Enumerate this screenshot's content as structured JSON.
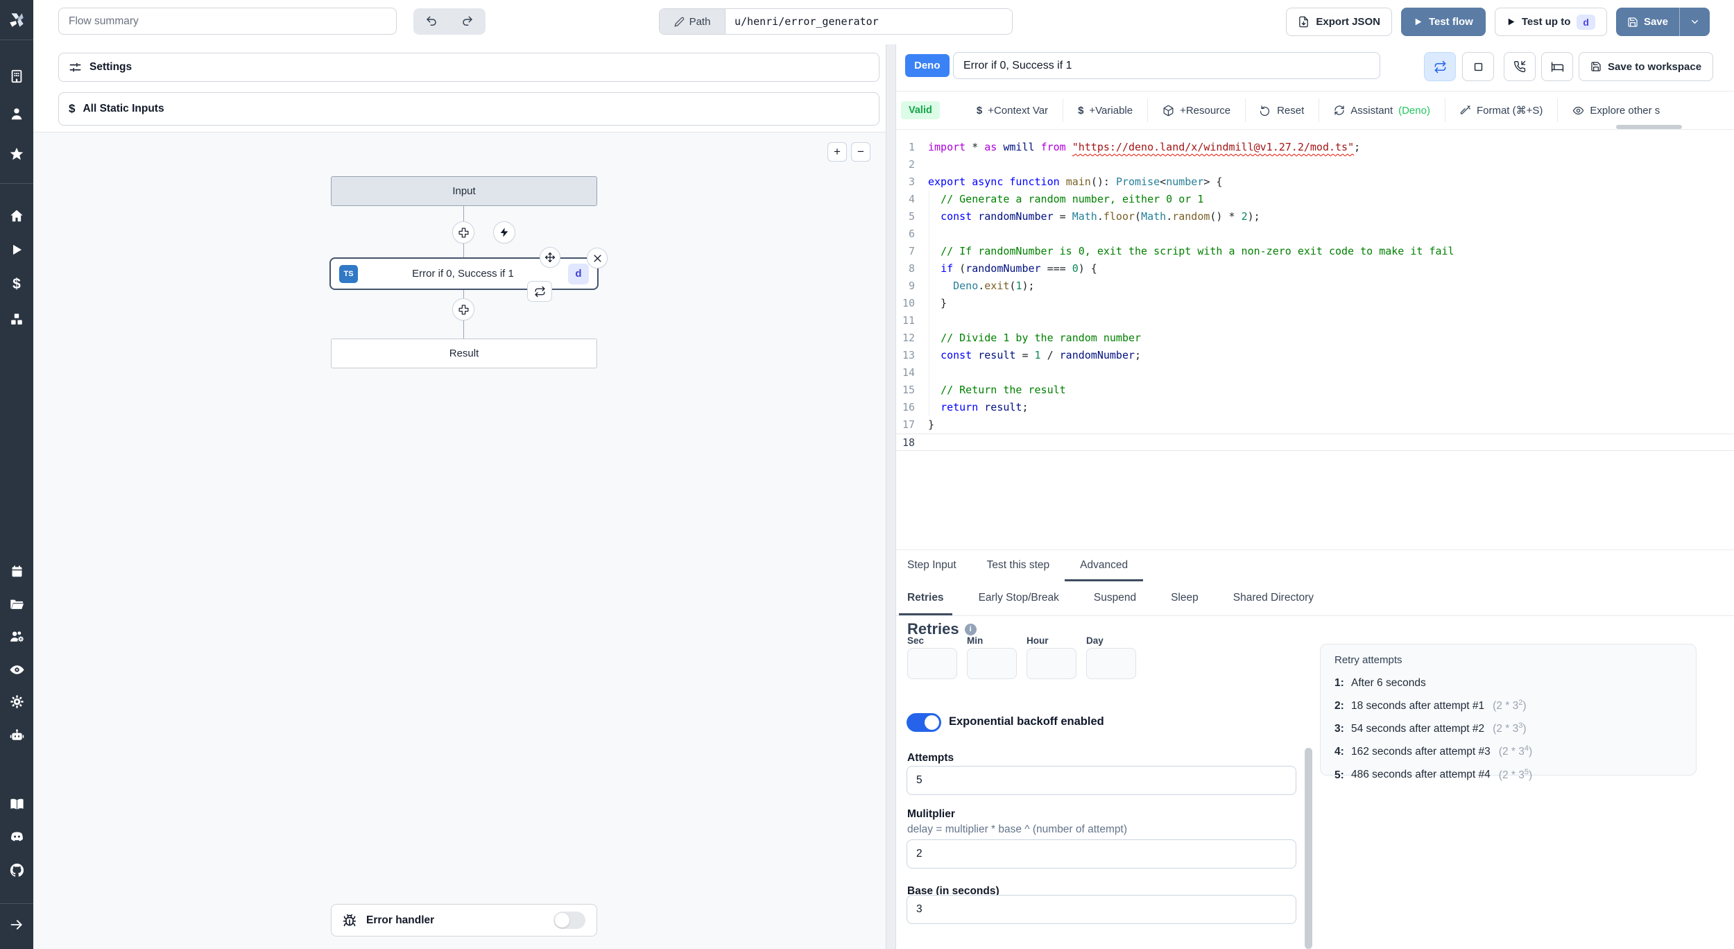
{
  "topbar": {
    "flow_summary_placeholder": "Flow summary",
    "path_label": "Path",
    "path_value": "u/henri/error_generator",
    "export_json": "Export JSON",
    "test_flow": "Test flow",
    "test_up_to": "Test up to",
    "test_up_to_badge": "d",
    "save": "Save"
  },
  "sidebar": {
    "icons": [
      "windmill-logo",
      "building",
      "user",
      "star",
      "home",
      "play",
      "dollar",
      "boxes",
      "calendar",
      "folder",
      "users-cog",
      "eye",
      "gear",
      "robot",
      "book",
      "discord",
      "github",
      "arrow-right"
    ]
  },
  "flow_panel": {
    "settings_label": "Settings",
    "all_static_inputs_label": "All Static Inputs",
    "zoom_in": "+",
    "zoom_out": "−",
    "nodes": {
      "input": "Input",
      "step_lang_badge": "TS",
      "step_title": "Error if 0, Success if 1",
      "step_id_badge": "d",
      "result": "Result",
      "error_handler": "Error handler"
    }
  },
  "editor_panel": {
    "lang_badge": "Deno",
    "title_value": "Error if 0, Success if 1",
    "save_to_workspace": "Save to workspace",
    "toolbar": {
      "valid": "Valid",
      "context_var": "+Context Var",
      "variable": "+Variable",
      "resource": "+Resource",
      "reset": "Reset",
      "assistant": "Assistant",
      "assistant_lang": "(Deno)",
      "format": "Format (⌘+S)",
      "explore": "Explore other s"
    },
    "code": {
      "current_line": 18,
      "lines": [
        [
          [
            "c",
            "import"
          ],
          [
            "p",
            " * "
          ],
          [
            "c",
            "as"
          ],
          [
            "v",
            " wmill "
          ],
          [
            "c",
            "from"
          ],
          [
            "p",
            " "
          ],
          [
            "se",
            "\"https://deno.land/x/windmill@v1.27.2/mod.ts\""
          ],
          [
            "p",
            ";"
          ]
        ],
        [],
        [
          [
            "k",
            "export"
          ],
          [
            "p",
            " "
          ],
          [
            "k",
            "async"
          ],
          [
            "p",
            " "
          ],
          [
            "k",
            "function"
          ],
          [
            "p",
            " "
          ],
          [
            "f",
            "main"
          ],
          [
            "p",
            "(): "
          ],
          [
            "t",
            "Promise"
          ],
          [
            "p",
            "<"
          ],
          [
            "t",
            "number"
          ],
          [
            "p",
            "> {"
          ]
        ],
        [
          [
            "p",
            "  "
          ],
          [
            "m",
            "// Generate a random number, either 0 or 1"
          ]
        ],
        [
          [
            "p",
            "  "
          ],
          [
            "k",
            "const"
          ],
          [
            "p",
            " "
          ],
          [
            "v",
            "randomNumber"
          ],
          [
            "p",
            " = "
          ],
          [
            "t",
            "Math"
          ],
          [
            "p",
            "."
          ],
          [
            "f",
            "floor"
          ],
          [
            "p",
            "("
          ],
          [
            "t",
            "Math"
          ],
          [
            "p",
            "."
          ],
          [
            "f",
            "random"
          ],
          [
            "p",
            "() * "
          ],
          [
            "n",
            "2"
          ],
          [
            "p",
            ");"
          ]
        ],
        [],
        [
          [
            "p",
            "  "
          ],
          [
            "m",
            "// If randomNumber is 0, exit the script with a non-zero exit code to make it fail"
          ]
        ],
        [
          [
            "p",
            "  "
          ],
          [
            "k",
            "if"
          ],
          [
            "p",
            " ("
          ],
          [
            "v",
            "randomNumber"
          ],
          [
            "p",
            " === "
          ],
          [
            "n",
            "0"
          ],
          [
            "p",
            ") {"
          ]
        ],
        [
          [
            "p",
            "    "
          ],
          [
            "t",
            "Deno"
          ],
          [
            "p",
            "."
          ],
          [
            "f",
            "exit"
          ],
          [
            "p",
            "("
          ],
          [
            "n",
            "1"
          ],
          [
            "p",
            ");"
          ]
        ],
        [
          [
            "p",
            "  }"
          ]
        ],
        [],
        [
          [
            "p",
            "  "
          ],
          [
            "m",
            "// Divide 1 by the random number"
          ]
        ],
        [
          [
            "p",
            "  "
          ],
          [
            "k",
            "const"
          ],
          [
            "p",
            " "
          ],
          [
            "v",
            "result"
          ],
          [
            "p",
            " = "
          ],
          [
            "n",
            "1"
          ],
          [
            "p",
            " / "
          ],
          [
            "v",
            "randomNumber"
          ],
          [
            "p",
            ";"
          ]
        ],
        [],
        [
          [
            "p",
            "  "
          ],
          [
            "m",
            "// Return the result"
          ]
        ],
        [
          [
            "p",
            "  "
          ],
          [
            "k",
            "return"
          ],
          [
            "p",
            " "
          ],
          [
            "v",
            "result"
          ],
          [
            "p",
            ";"
          ]
        ],
        [
          [
            "p",
            "}"
          ]
        ],
        []
      ]
    },
    "advanced": {
      "tabs": [
        "Step Input",
        "Test this step",
        "Advanced"
      ],
      "subtabs": [
        "Retries",
        "Early Stop/Break",
        "Suspend",
        "Sleep",
        "Shared Directory"
      ],
      "retries": {
        "heading": "Retries",
        "time_labels": [
          "Sec",
          "Min",
          "Hour",
          "Day"
        ],
        "toggle_label": "Exponential backoff enabled",
        "attempts_label": "Attempts",
        "attempts_value": "5",
        "multiplier_label": "Mulitplier",
        "multiplier_help": "delay = multiplier * base ^ (number of attempt)",
        "multiplier_value": "2",
        "base_label": "Base (in seconds)",
        "base_value": "3"
      },
      "retry_attempts": {
        "title": "Retry attempts",
        "items": [
          {
            "n": "1:",
            "text": "After 6 seconds"
          },
          {
            "n": "2:",
            "text": "18 seconds after attempt #1",
            "fbase": "2 * 3",
            "fsup": "2"
          },
          {
            "n": "3:",
            "text": "54 seconds after attempt #2",
            "fbase": "2 * 3",
            "fsup": "3"
          },
          {
            "n": "4:",
            "text": "162 seconds after attempt #3",
            "fbase": "2 * 3",
            "fsup": "4"
          },
          {
            "n": "5:",
            "text": "486 seconds after attempt #4",
            "fbase": "2 * 3",
            "fsup": "5"
          }
        ]
      }
    }
  },
  "colors": {
    "accent_steel_blue": "#5a7ca5",
    "deno_badge_blue": "#3b82f6",
    "ts_badge_blue": "#3178c6",
    "valid_bg": "#dcfce7",
    "valid_text": "#16a34a",
    "toggle_on_blue": "#2563eb",
    "sidebar_bg": "#2b3542",
    "id_badge_bg": "#e0e7ff",
    "id_badge_text": "#4f46e5"
  }
}
